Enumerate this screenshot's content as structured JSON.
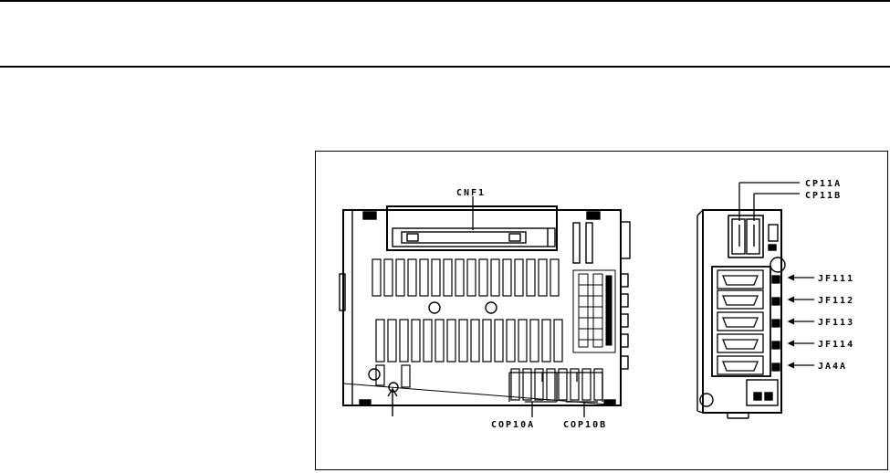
{
  "labels": {
    "cnf1": "CNF1",
    "cop10a": "COP10A",
    "cop10b": "COP10B",
    "cp11a": "CP11A",
    "cp11b": "CP11B",
    "jf111": "JF111",
    "jf112": "JF112",
    "jf113": "JF113",
    "jf114": "JF114",
    "ja4a": "JA4A"
  }
}
